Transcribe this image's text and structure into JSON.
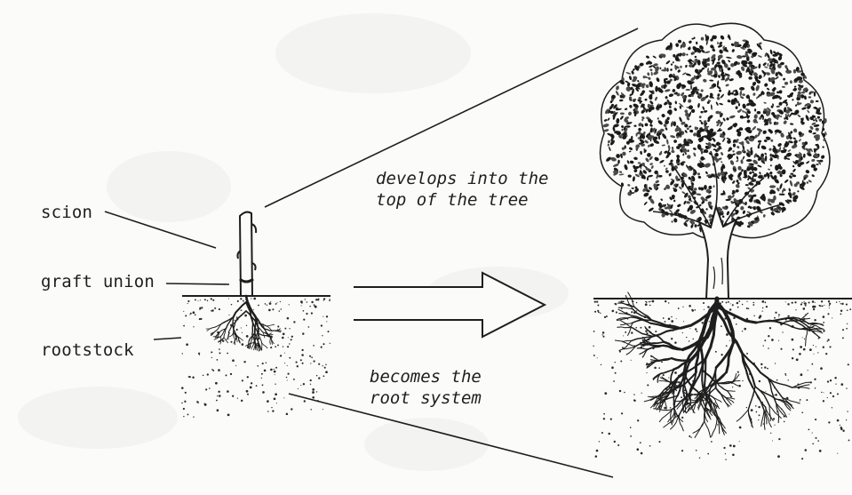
{
  "labels": {
    "scion": "scion",
    "graft_union": "graft union",
    "rootstock": "rootstock"
  },
  "captions": {
    "top_line1": "develops into the",
    "top_line2": "top of the tree",
    "root_line1": "becomes the",
    "root_line2": "root system"
  },
  "colors": {
    "ink": "#1e1e1e",
    "background": "#fbfbfa"
  }
}
